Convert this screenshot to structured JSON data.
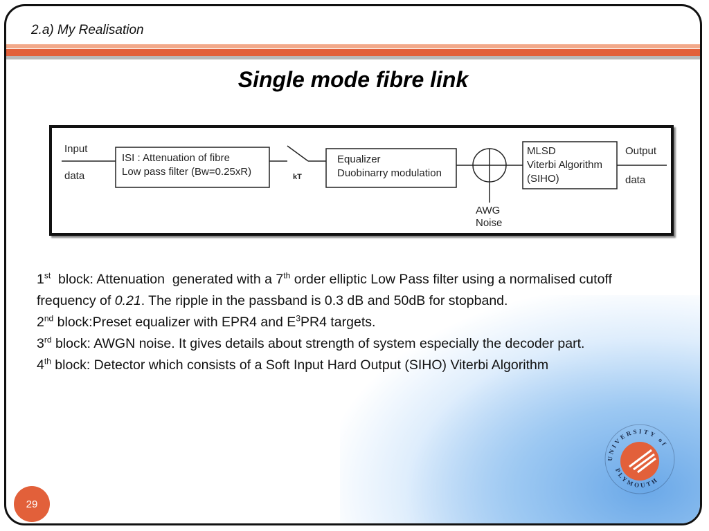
{
  "header": {
    "section": "2.a) My Realisation"
  },
  "title": "Single mode fibre link",
  "diagram": {
    "input_label": "Input",
    "input_sub": "data",
    "block1_line1": "ISI : Attenuation of fibre",
    "block1_line2": "Low pass filter (Bw=0.25xR)",
    "sampler": "kT",
    "block2_line1": "Equalizer",
    "block2_line2": "Duobinarry modulation",
    "noise_line1": "AWG",
    "noise_line2": "Noise",
    "block3_line1": "MLSD",
    "block3_line2": "Viterbi Algorithm",
    "block3_line3": "(SIHO)",
    "output_label": "Output",
    "output_sub": "data"
  },
  "body": {
    "p1_num": "1",
    "p1_sup": "st",
    "p1_a": "  block: Attenuation  generated with a 7",
    "p1_sup2": "th",
    "p1_b": " order elliptic Low Pass filter using a normalised cutoff frequency of ",
    "p1_em": "0.21",
    "p1_c": ". The ripple in the passband is 0.3 dB and 50dB for stopband.",
    "p2_num": "2",
    "p2_sup": "nd",
    "p2_a": " block:Preset equalizer with EPR4 and E",
    "p2_sup2": "3",
    "p2_b": "PR4 targets.",
    "p3_num": "3",
    "p3_sup": "rd",
    "p3_a": " block: AWGN noise. It gives details about strength of system especially the decoder part.",
    "p4_num": "4",
    "p4_sup": "th",
    "p4_a": " block: Detector which consists of a Soft Input Hard Output (SIHO) Viterbi Algorithm"
  },
  "footer": {
    "page_number": "29"
  },
  "logo": {
    "ring_text": "UNIVERSITY of PLYMOUTH",
    "brand_color": "#e2603a"
  },
  "colors": {
    "accent": "#e2603a",
    "accent_light": "#f2a98a",
    "band_gray": "#b9b9b9"
  }
}
